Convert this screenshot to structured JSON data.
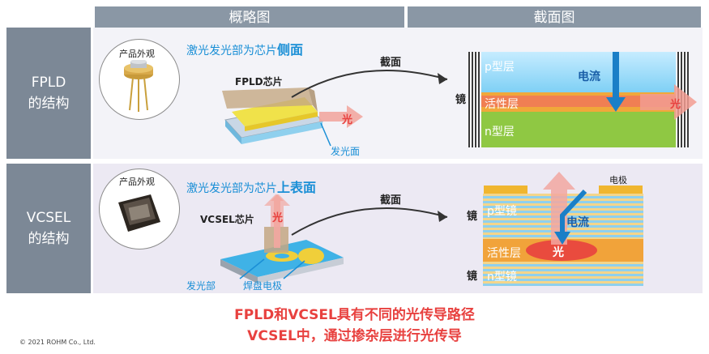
{
  "headers": {
    "overview": "概略图",
    "cross_section": "截面图"
  },
  "rows": {
    "fpld": {
      "label_line1": "FPLD",
      "label_line2": "的结构",
      "product_label": "产品外观",
      "emission_prefix": "激光发光部为芯片",
      "emission_emphasis": "侧面",
      "chip_label": "FPLD芯片",
      "light_label": "光",
      "emit_face_label": "发光面",
      "section_arrow_label": "截面",
      "layers": {
        "p": "p型层",
        "active": "活性层",
        "n": "n型层"
      },
      "mirror_label": "镜",
      "current_label": "电流",
      "out_light_label": "光"
    },
    "vcsel": {
      "label_line1": "VCSEL",
      "label_line2": "的结构",
      "product_label": "产品外观",
      "emission_prefix": "激光发光部为芯片",
      "emission_emphasis": "上表面",
      "chip_label": "VCSEL芯片",
      "light_label": "光",
      "emit_part_label": "发光部",
      "pad_label": "焊盘电极",
      "section_arrow_label": "截面",
      "electrode_label": "电极",
      "layers": {
        "p": "p型镜",
        "active": "活性层",
        "n": "n型镜"
      },
      "mirror_top_label": "镜",
      "mirror_bottom_label": "镜",
      "current_label": "电流",
      "light_label2": "光"
    }
  },
  "conclusion": {
    "line1": "FPLD和VCSEL具有不同的光传导路径",
    "line2": "VCSEL中，通过掺杂层进行光传导"
  },
  "copyright": "© 2021 ROHM Co., Ltd."
}
